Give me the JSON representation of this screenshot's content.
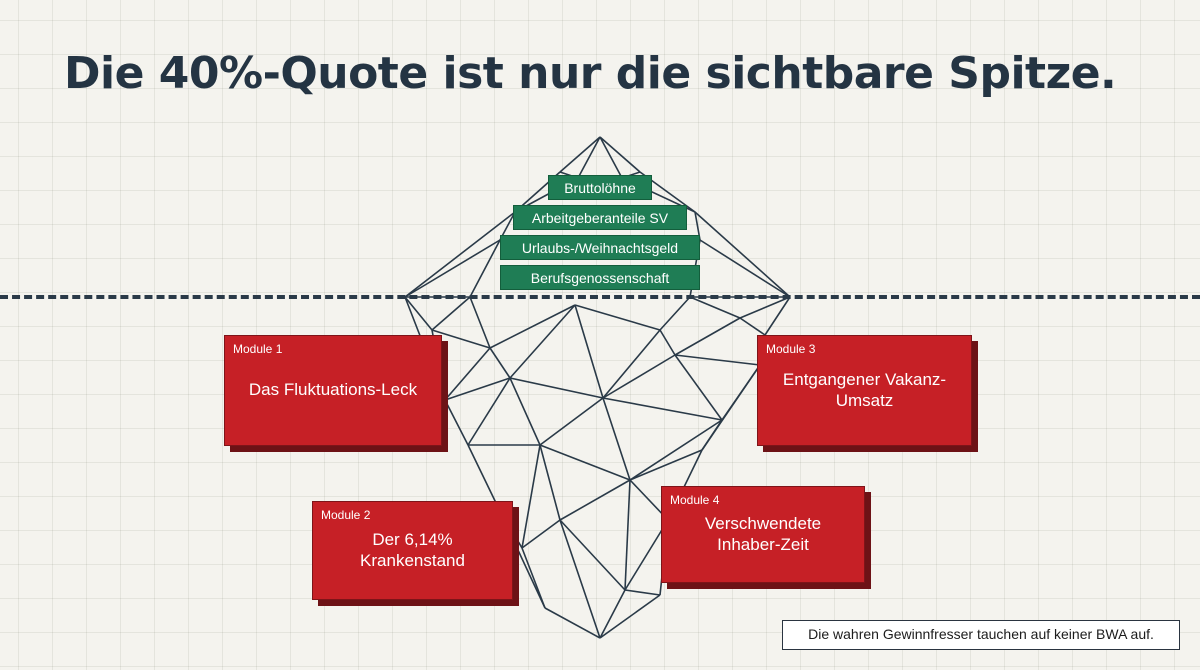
{
  "title": "Die 40%-Quote ist nur die sichtbare Spitze.",
  "visible_costs": [
    "Bruttolöhne",
    "Arbeitgeberanteile SV",
    "Urlaubs-/Weihnachtsgeld",
    "Berufsgenossenschaft"
  ],
  "modules": [
    {
      "label": "Module 1",
      "text": "Das Fluktuations-Leck"
    },
    {
      "label": "Module 2",
      "text": "Der 6,14%\nKrankenstand"
    },
    {
      "label": "Module 3",
      "text": "Entgangener Vakanz-\nUmsatz"
    },
    {
      "label": "Module 4",
      "text": "Verschwendete\nInhaber-Zeit"
    }
  ],
  "footnote": "Die wahren Gewinnfresser tauchen auf keiner BWA auf.",
  "colors": {
    "title": "#243443",
    "visible_cost_box": "#1f7d55",
    "module_box": "#c62026",
    "iceberg_lines": "#2a3a48",
    "waterline": "#2a3a48"
  }
}
